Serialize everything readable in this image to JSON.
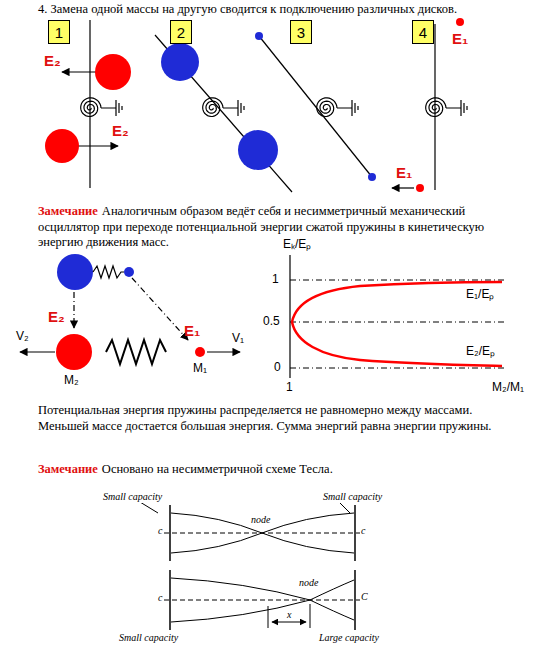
{
  "diagram": {
    "title": "4. Замена одной массы на другую сводится к подключению различных дисков.",
    "nodes": [
      {
        "text": [
          "1"
        ]
      },
      {
        "text": [
          "2"
        ]
      },
      {
        "text": [
          "3"
        ]
      },
      {
        "text": [
          "4"
        ]
      }
    ],
    "labels": [
      "E₂",
      "E₂",
      "E₁",
      "E₁",
      "Замечание",
      "Аналогичным образом ведёт себя и несимметричный механический осциллятор при переходе потенциальной энергии сжатой пружины в кинетическую энергию движения масс.",
      "E₂",
      "E₁",
      "V₂",
      "M₂",
      "V₁",
      "M₁",
      "Eₖ/Eₚ",
      "1",
      "0.5",
      "0",
      "1",
      "E₁/Eₚ",
      "E₂/Eₚ",
      "M₂/M₁",
      "Потенциальная энергия пружины распределяется не равномерно между массами. Меньшей массе достается большая энергия. Сумма энергий равна энергии пружины.",
      "Замечание",
      "Основано на несимметричной схеме Тесла.",
      "Small capacity",
      "node",
      "Small capacity",
      "c",
      "c",
      "c",
      "node",
      "C",
      "x",
      "Small capacity",
      "Large capacity"
    ]
  }
}
